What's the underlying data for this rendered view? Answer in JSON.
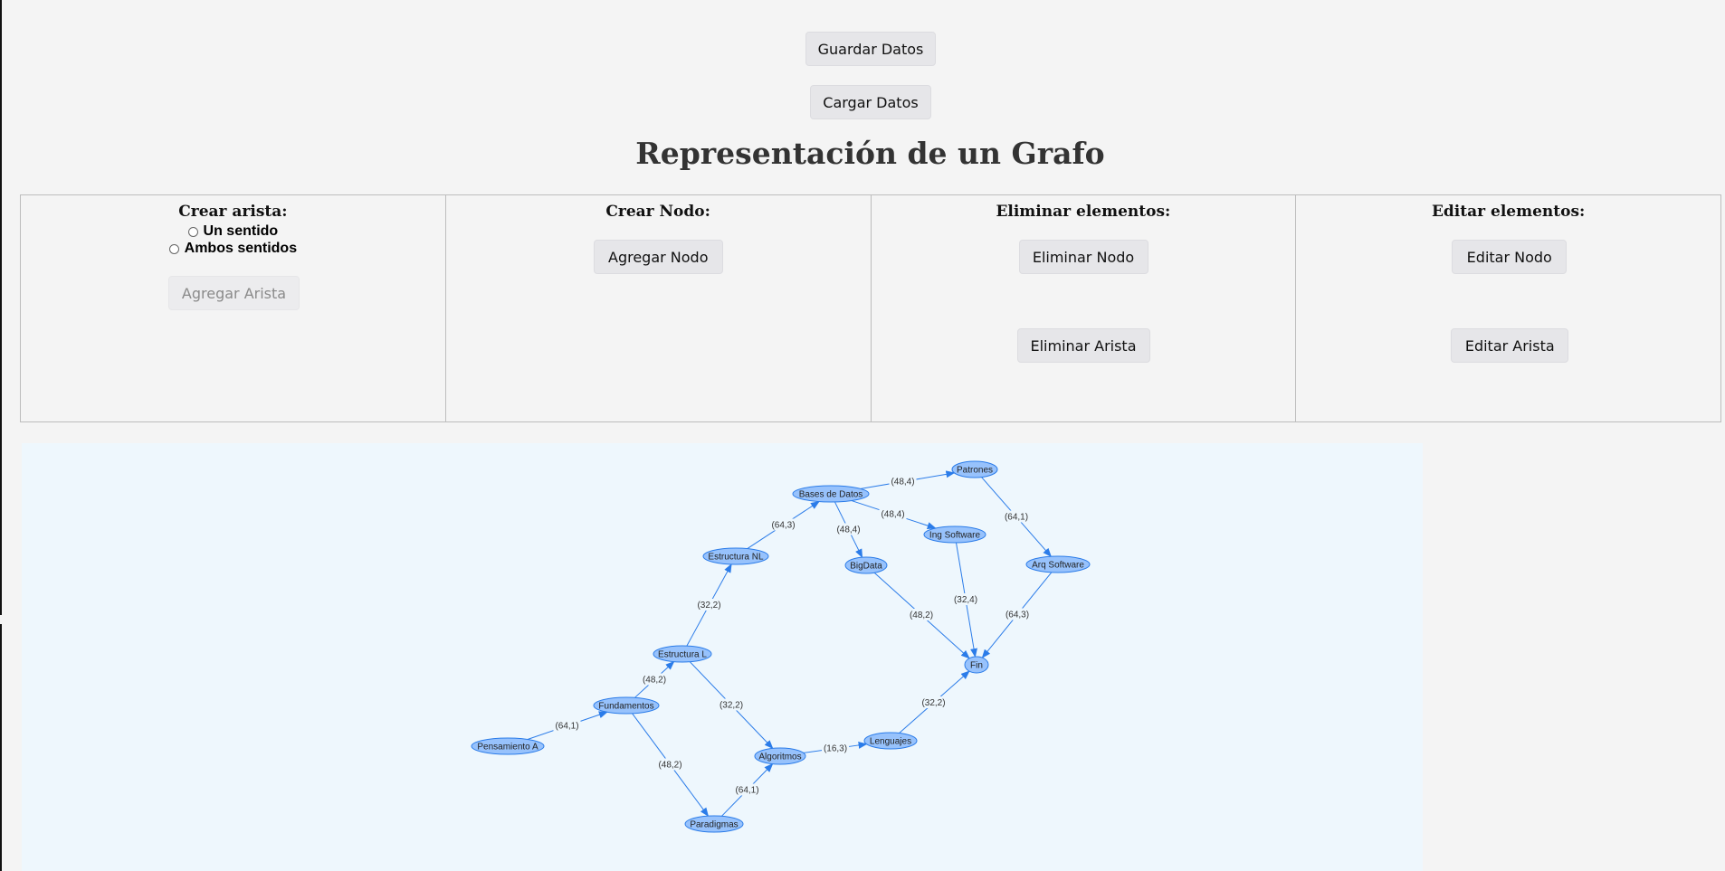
{
  "toolbar": {
    "save_label": "Guardar Datos",
    "load_label": "Cargar Datos"
  },
  "page_title": "Representación de un Grafo",
  "panels": {
    "edge": {
      "title": "Crear arista:",
      "option_one_way": "Un sentido",
      "option_both_ways": "Ambos sentidos",
      "add_button": "Agregar Arista"
    },
    "node": {
      "title": "Crear Nodo:",
      "add_button": "Agregar Nodo"
    },
    "delete": {
      "title": "Eliminar elementos:",
      "delete_node": "Eliminar Nodo",
      "delete_edge": "Eliminar Arista"
    },
    "edit": {
      "title": "Editar elementos:",
      "edit_node": "Editar Nodo",
      "edit_edge": "Editar Arista"
    }
  },
  "graph": {
    "colors": {
      "node_fill": "#97c2fc",
      "node_stroke": "#2b7ce9",
      "edge": "#2b7ce9",
      "background": "#eef7fd"
    },
    "nodes": [
      {
        "id": "pensamiento",
        "label": "Pensamiento A"
      },
      {
        "id": "fundamentos",
        "label": "Fundamentos"
      },
      {
        "id": "estructural",
        "label": "Estructura L"
      },
      {
        "id": "estructuranl",
        "label": "Estructura NL"
      },
      {
        "id": "basesdatos",
        "label": "Bases de Datos"
      },
      {
        "id": "patrones",
        "label": "Patrones"
      },
      {
        "id": "ingsoftware",
        "label": "Ing Software"
      },
      {
        "id": "bigdata",
        "label": "BigData"
      },
      {
        "id": "arqsoftware",
        "label": "Arq Software"
      },
      {
        "id": "fin",
        "label": "Fin"
      },
      {
        "id": "algoritmos",
        "label": "Algoritmos"
      },
      {
        "id": "lenguajes",
        "label": "Lenguajes"
      },
      {
        "id": "paradigmas",
        "label": "Paradigmas"
      }
    ],
    "edges": [
      {
        "from": "pensamiento",
        "to": "fundamentos",
        "label": "(64,1)"
      },
      {
        "from": "fundamentos",
        "to": "estructural",
        "label": "(48,2)"
      },
      {
        "from": "fundamentos",
        "to": "paradigmas",
        "label": "(48,2)"
      },
      {
        "from": "estructural",
        "to": "estructuranl",
        "label": "(32,2)"
      },
      {
        "from": "estructural",
        "to": "algoritmos",
        "label": "(32,2)"
      },
      {
        "from": "estructuranl",
        "to": "basesdatos",
        "label": "(64,3)"
      },
      {
        "from": "basesdatos",
        "to": "patrones",
        "label": "(48,4)"
      },
      {
        "from": "basesdatos",
        "to": "ingsoftware",
        "label": "(48,4)"
      },
      {
        "from": "basesdatos",
        "to": "bigdata",
        "label": "(48,4)"
      },
      {
        "from": "patrones",
        "to": "arqsoftware",
        "label": "(64,1)"
      },
      {
        "from": "ingsoftware",
        "to": "fin",
        "label": "(32,4)"
      },
      {
        "from": "bigdata",
        "to": "fin",
        "label": "(48,2)"
      },
      {
        "from": "arqsoftware",
        "to": "fin",
        "label": "(64,3)"
      },
      {
        "from": "paradigmas",
        "to": "algoritmos",
        "label": "(64,1)"
      },
      {
        "from": "algoritmos",
        "to": "lenguajes",
        "label": "(16,3)"
      },
      {
        "from": "lenguajes",
        "to": "fin",
        "label": "(32,2)"
      }
    ]
  }
}
